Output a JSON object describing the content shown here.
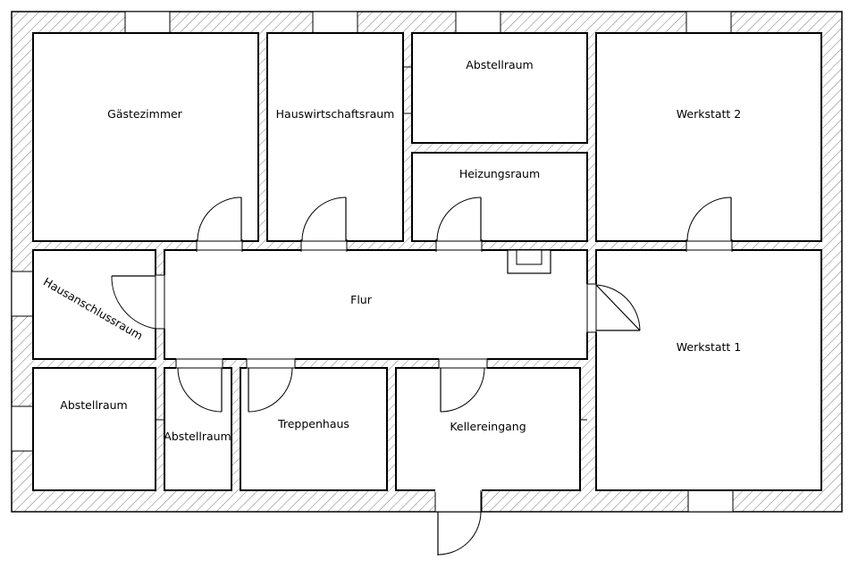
{
  "plan": {
    "rooms": {
      "gaestezimmer": "Gästezimmer",
      "hauswirtschaftsraum": "Hauswirtschaftsraum",
      "abstellraum_top": "Abstellraum",
      "heizungsraum": "Heizungsraum",
      "werkstatt2": "Werkstatt 2",
      "hausanschlussraum": "Hausanschlussraum",
      "flur": "Flur",
      "werkstatt1": "Werkstatt 1",
      "abstellraum_left": "Abstellraum",
      "abstellraum_small": "Abstellraum",
      "treppenhaus": "Treppenhaus",
      "kellereingang": "Kellereingang"
    }
  }
}
